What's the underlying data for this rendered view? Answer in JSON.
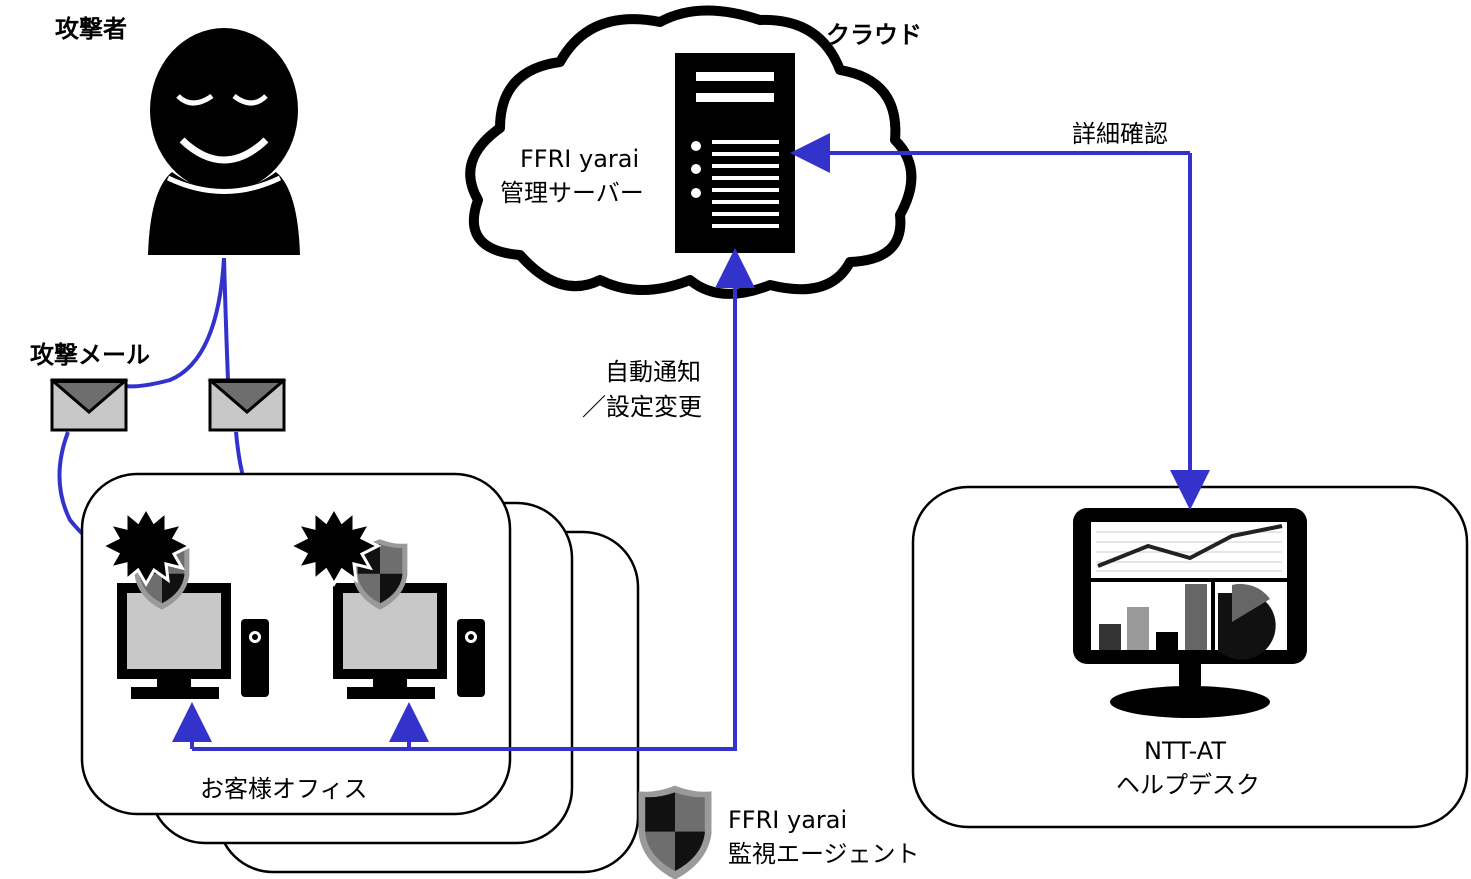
{
  "labels": {
    "attacker": "攻撃者",
    "attack_mail": "攻撃メール",
    "cloud": "クラウド",
    "server_line1": "FFRI yarai",
    "server_line2": "管理サーバー",
    "detail_check": "詳細確認",
    "auto_notify_line1": "自動通知",
    "auto_notify_line2": "／設定変更",
    "customer_office": "お客様オフィス",
    "helpdesk_line1": "NTT-AT",
    "helpdesk_line2": "ヘルプデスク",
    "agent_line1": "FFRI yarai",
    "agent_line2": "監視エージェント"
  },
  "colors": {
    "connector": "#3333cc",
    "screen_gray": "#c8c8c8",
    "shield_dark": "#6e6e6e",
    "shield_rim": "#9a9a9a",
    "envelope_body": "#c8c8c8",
    "envelope_flap": "#6e6e6e"
  }
}
